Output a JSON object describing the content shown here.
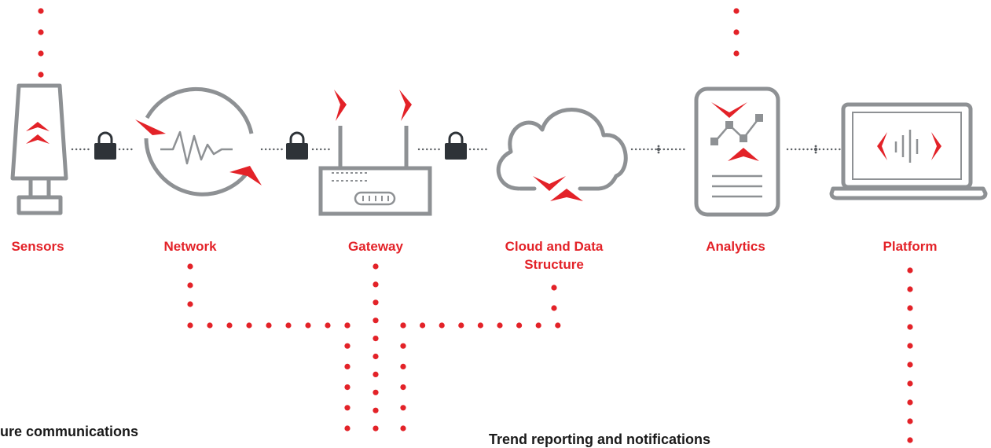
{
  "colors": {
    "accent": "#e32228",
    "icon_gray": "#8e9194",
    "lock": "#2e3338"
  },
  "nodes": [
    {
      "label": "Sensors",
      "icon": "sensor-icon"
    },
    {
      "label": "Network",
      "icon": "network-icon"
    },
    {
      "label": "Gateway",
      "icon": "router-icon"
    },
    {
      "label": "Cloud and Data\nStructure",
      "icon": "cloud-icon"
    },
    {
      "label": "Analytics",
      "icon": "tablet-chart-icon"
    },
    {
      "label": "Platform",
      "icon": "laptop-icon"
    }
  ],
  "captions": {
    "left": "ure communications",
    "right": "Trend reporting and notifications"
  }
}
